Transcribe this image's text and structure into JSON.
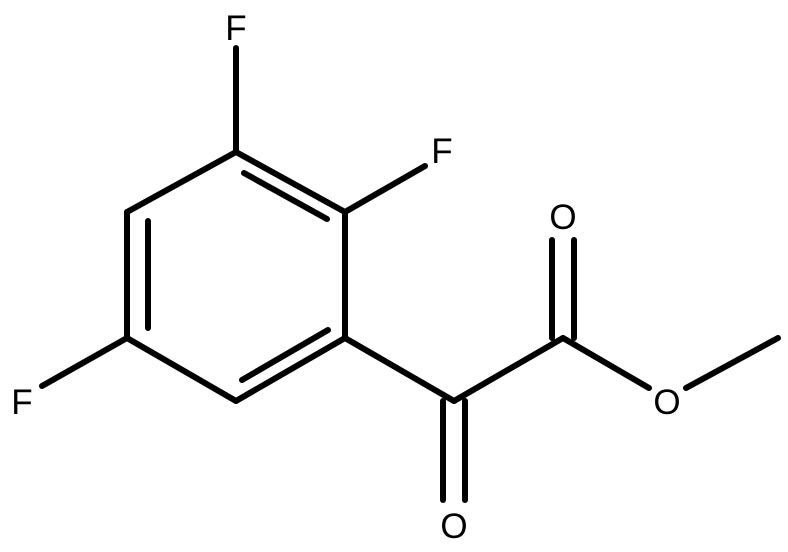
{
  "molecule": {
    "atoms": {
      "f_top": "F",
      "f_ortho": "F",
      "f_left": "F",
      "o_carbonyl": "O",
      "o_ester_double": "O",
      "o_ester_single": "O"
    },
    "colors": {
      "bond": "#000000",
      "label": "#000000",
      "background": "#ffffff"
    }
  }
}
